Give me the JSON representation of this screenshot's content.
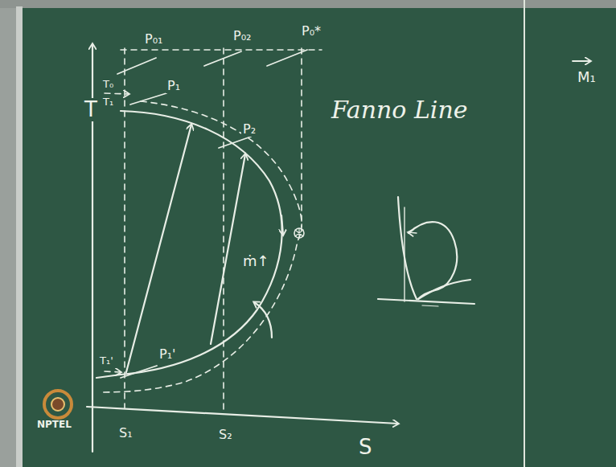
{
  "diagram": {
    "labels": [
      "P₀₁",
      "P₀₂",
      "P₀*",
      "T₀",
      "T",
      "T₁",
      "P₁",
      "P₂",
      "Fanno Line",
      "M₁",
      "T₁'",
      "P₁'",
      "ṁ↑",
      "S₁",
      "S₂",
      "S",
      "NPTEL"
    ]
  }
}
